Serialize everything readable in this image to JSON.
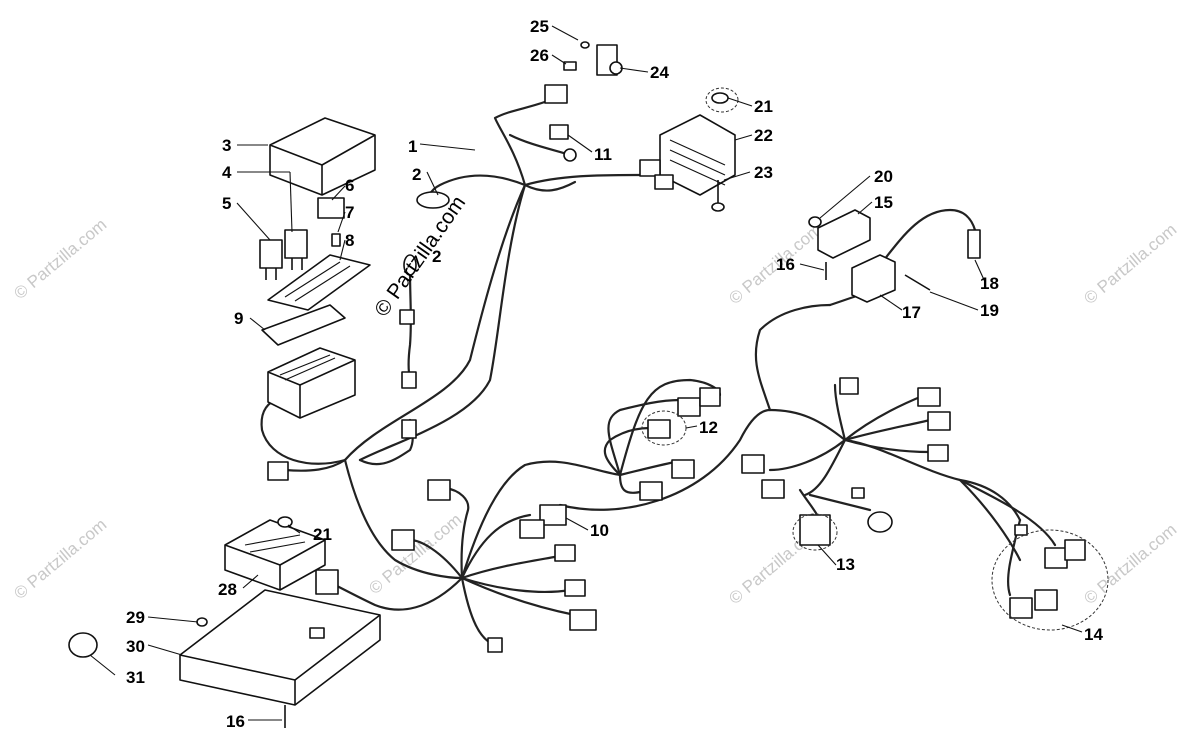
{
  "watermark": {
    "main": "© Partzilla.com",
    "repeat": "© Partzilla.com"
  },
  "callouts": [
    {
      "id": "c1",
      "text": "1"
    },
    {
      "id": "c2",
      "text": "2"
    },
    {
      "id": "c2b",
      "text": "2"
    },
    {
      "id": "c3",
      "text": "3"
    },
    {
      "id": "c4",
      "text": "4"
    },
    {
      "id": "c5",
      "text": "5"
    },
    {
      "id": "c6",
      "text": "6"
    },
    {
      "id": "c7",
      "text": "7"
    },
    {
      "id": "c8",
      "text": "8"
    },
    {
      "id": "c9",
      "text": "9"
    },
    {
      "id": "c10",
      "text": "10"
    },
    {
      "id": "c11",
      "text": "11"
    },
    {
      "id": "c12",
      "text": "12"
    },
    {
      "id": "c13",
      "text": "13"
    },
    {
      "id": "c14",
      "text": "14"
    },
    {
      "id": "c15",
      "text": "15"
    },
    {
      "id": "c16a",
      "text": "16"
    },
    {
      "id": "c16b",
      "text": "16"
    },
    {
      "id": "c17",
      "text": "17"
    },
    {
      "id": "c18",
      "text": "18"
    },
    {
      "id": "c19",
      "text": "19"
    },
    {
      "id": "c20",
      "text": "20"
    },
    {
      "id": "c21a",
      "text": "21"
    },
    {
      "id": "c21b",
      "text": "21"
    },
    {
      "id": "c22",
      "text": "22"
    },
    {
      "id": "c23",
      "text": "23"
    },
    {
      "id": "c24",
      "text": "24"
    },
    {
      "id": "c25",
      "text": "25"
    },
    {
      "id": "c26",
      "text": "26"
    },
    {
      "id": "c28",
      "text": "28"
    },
    {
      "id": "c29",
      "text": "29"
    },
    {
      "id": "c30",
      "text": "30"
    },
    {
      "id": "c31",
      "text": "31"
    }
  ]
}
